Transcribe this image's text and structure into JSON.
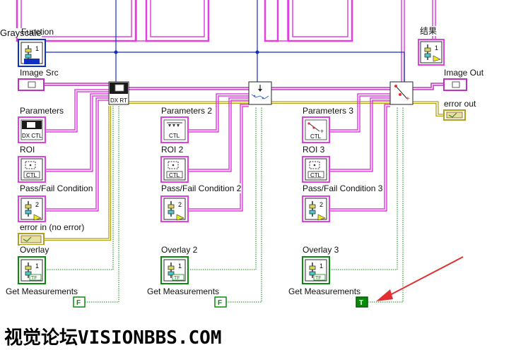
{
  "labels": {
    "grayscale": "Grayscale",
    "function": "Function",
    "image_src": "Image Src",
    "parameters_1": "Parameters",
    "roi_1": "ROI",
    "pass_fail_1": "Pass/Fail Condition",
    "error_in": "error in (no error)",
    "overlay_1": "Overlay",
    "get_measurements_1": "Get Measurements",
    "parameters_2": "Parameters 2",
    "roi_2": "ROI 2",
    "pass_fail_2": "Pass/Fail Condition 2",
    "overlay_2": "Overlay 2",
    "get_measurements_2": "Get Measurements",
    "parameters_3": "Parameters 3",
    "roi_3": "ROI 3",
    "pass_fail_3": "Pass/Fail Condition 3",
    "overlay_3": "Overlay 3",
    "get_measurements_3": "Get Measurements",
    "result": "结果",
    "image_out": "Image Out",
    "error_out": "error out"
  },
  "icons": {
    "dx_ctl": "DX CTL",
    "ctl": "CTL",
    "dx_rt": "DX RT",
    "tf": "TF",
    "num_1": "1",
    "num_2": "2"
  },
  "constants": {
    "bool_1": "F",
    "bool_2": "F",
    "bool_3": "T"
  },
  "watermark": "视觉论坛VISIONBBS.COM",
  "colors": {
    "cluster_wire": "#e040e0",
    "error_wire": "#b0a020",
    "blue_wire": "#1030c0",
    "bool_green": "#0a8a0a",
    "annotation_red": "#e03030"
  }
}
